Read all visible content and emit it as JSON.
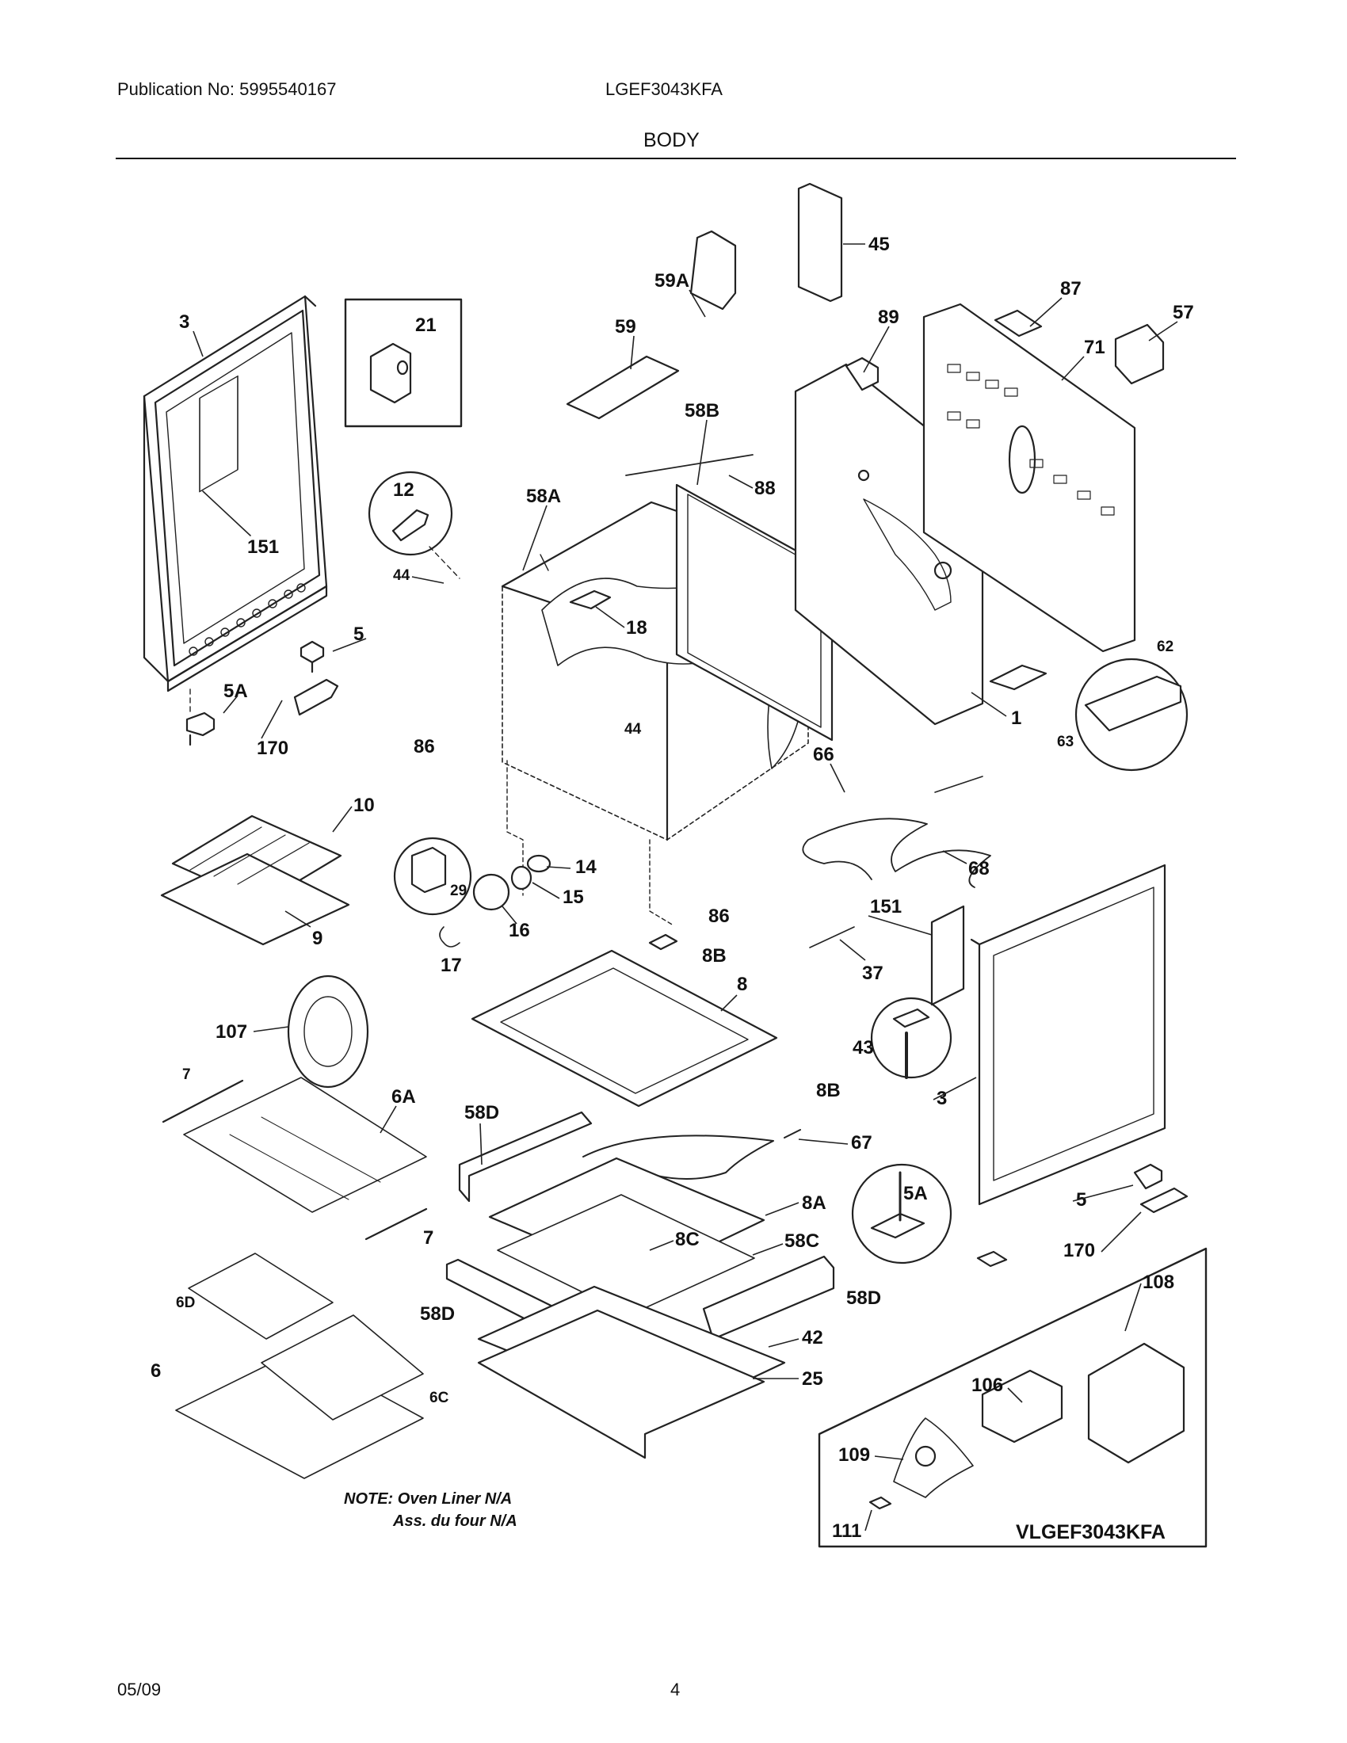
{
  "header": {
    "publication": "Publication No: 5995540167",
    "model": "LGEF3043KFA",
    "section": "BODY"
  },
  "callouts": {
    "c3_left": "3",
    "c21": "21",
    "c151_left": "151",
    "c5_left": "5",
    "c5A_left": "5A",
    "c170_left": "170",
    "c12": "12",
    "c44_a": "44",
    "c58A": "58A",
    "c18": "18",
    "c44_b": "44",
    "c86_a": "86",
    "c59": "59",
    "c59A": "59A",
    "c45": "45",
    "c58B": "58B",
    "c88": "88",
    "c89": "89",
    "c87": "87",
    "c57": "57",
    "c71": "71",
    "c1": "1",
    "c62": "62",
    "c63": "63",
    "c66": "66",
    "c68": "68",
    "c10": "10",
    "c9": "9",
    "c29": "29",
    "c14": "14",
    "c15": "15",
    "c16": "16",
    "c17": "17",
    "c86_b": "86",
    "c8B_a": "8B",
    "c8": "8",
    "c151_right": "151",
    "c37": "37",
    "c43": "43",
    "c8B_b": "8B",
    "c3_right": "3",
    "c107": "107",
    "c7_a": "7",
    "c6A": "6A",
    "c58D_a": "58D",
    "c7_b": "7",
    "c67": "67",
    "c8A": "8A",
    "c8C": "8C",
    "c58C": "58C",
    "c58D_b": "58D",
    "c58D_c": "58D",
    "c42": "42",
    "c25": "25",
    "c6D": "6D",
    "c6": "6",
    "c6C": "6C",
    "c5A_right": "5A",
    "c5_right": "5",
    "c170_right": "170",
    "c108": "108",
    "c106": "106",
    "c109": "109",
    "c111": "111"
  },
  "note": {
    "line1": "NOTE: Oven Liner N/A",
    "line2": "Ass. du four N/A"
  },
  "variant_label": "VLGEF3043KFA",
  "footer": {
    "date": "05/09",
    "page": "4"
  }
}
